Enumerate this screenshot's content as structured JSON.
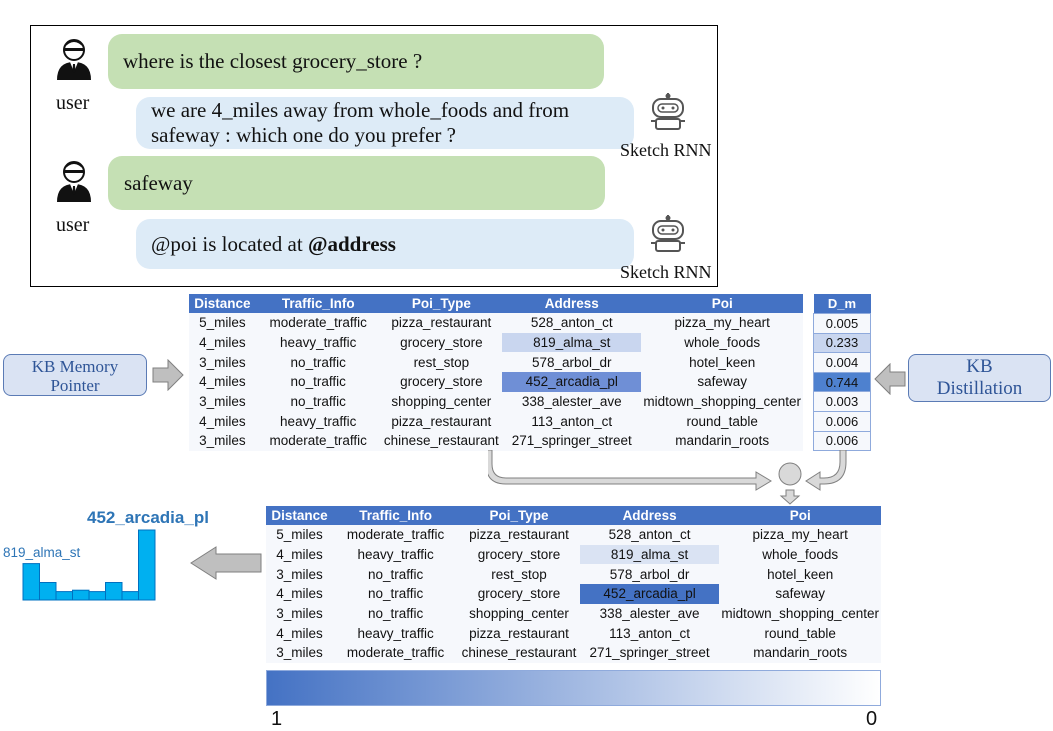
{
  "dialogue": [
    {
      "speaker_label": "user",
      "text": "where is the closest grocery_store ?"
    },
    {
      "speaker_label": "Sketch RNN",
      "text_line1": "we are 4_miles away from whole_foods and from",
      "text_line2": "safeway : which one do you prefer ?"
    },
    {
      "speaker_label": "user",
      "text": "safeway"
    },
    {
      "speaker_label": "Sketch RNN",
      "text_prefix": "@poi is located at ",
      "text_bold": "@address"
    }
  ],
  "kb_columns_top": [
    "Distance",
    "Traffic_Info",
    "Poi_Type",
    "Address",
    "Poi"
  ],
  "kb_rows_top": [
    [
      "5_miles",
      "moderate_traffic",
      "pizza_restaurant",
      "528_anton_ct",
      "pizza_my_heart"
    ],
    [
      "4_miles",
      "heavy_traffic",
      "grocery_store",
      "819_alma_st",
      "whole_foods"
    ],
    [
      "3_miles",
      "no_traffic",
      "rest_stop",
      "578_arbol_dr",
      "hotel_keen"
    ],
    [
      "4_miles",
      "no_traffic",
      "grocery_store",
      "452_arcadia_pl",
      "safeway"
    ],
    [
      "3_miles",
      "no_traffic",
      "shopping_center",
      "338_alester_ave",
      "midtown_shopping_center"
    ],
    [
      "4_miles",
      "heavy_traffic",
      "pizza_restaurant",
      "113_anton_ct",
      "round_table"
    ],
    [
      "3_miles",
      "moderate_traffic",
      "chinese_restaurant",
      "271_springer_street",
      "mandarin_roots"
    ]
  ],
  "kb_columns_bottom": [
    "Distance",
    "Traffic_Info",
    "Poi_Type",
    "Address",
    "Poi"
  ],
  "kb_rows_bottom": [
    [
      "5_miles",
      "moderate_traffic",
      "pizza_restaurant",
      "528_anton_ct",
      "pizza_my_heart"
    ],
    [
      "4_miles",
      "heavy_traffic",
      "grocery_store",
      "819_alma_st",
      "whole_foods"
    ],
    [
      "3_miles",
      "no_traffic",
      "rest_stop",
      "578_arbol_dr",
      "hotel_keen"
    ],
    [
      "4_miles",
      "no_traffic",
      "grocery_store",
      "452_arcadia_pl",
      "safeway"
    ],
    [
      "3_miles",
      "no_traffic",
      "shopping_center",
      "338_alester_ave",
      "midtown_shopping_center"
    ],
    [
      "4_miles",
      "heavy_traffic",
      "pizza_restaurant",
      "113_anton_ct",
      "round_table"
    ],
    [
      "3_miles",
      "moderate_traffic",
      "chinese_restaurant",
      "271_springer_street",
      "mandarin_roots"
    ]
  ],
  "dm": {
    "header": "D_m",
    "values": [
      "0.005",
      "0.233",
      "0.004",
      "0.744",
      "0.003",
      "0.006",
      "0.006"
    ]
  },
  "memory_pointer": {
    "line1": "KB Memory",
    "line2": "Pointer"
  },
  "distillation": {
    "line1": "KB",
    "line2": "Distillation"
  },
  "pointer_chart": {
    "label_max": "452_arcadia_pl",
    "label_second": "819_alma_st",
    "relative_heights": [
      0.52,
      0.25,
      0.12,
      0.14,
      0.12,
      0.25,
      0.12,
      1.0
    ],
    "color": "#00b0f0"
  },
  "scale": {
    "left": "1",
    "right": "0",
    "color_start": "#4472c4",
    "color_end": "#ffffff"
  },
  "colors": {
    "header_blue": "#4472c4",
    "user_green": "#c5e0b4",
    "bot_blue": "#ddebf7",
    "box_blue": "#dae3f3"
  }
}
